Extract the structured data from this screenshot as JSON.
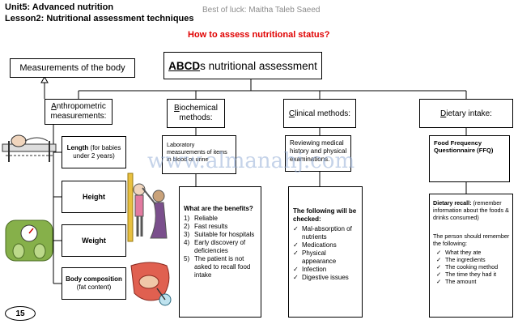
{
  "header": {
    "unit": "Unit5: Advanced nutrition",
    "lesson": "Lesson2: Nutritional assessment techniques",
    "credit": "Best of luck: Maitha Taleb Saeed",
    "question": "How to assess nutritional status?"
  },
  "watermark": "www.almanahj.com",
  "page_number": "15",
  "root": {
    "first_letters": "ABCD",
    "rest": "s nutritional assessment"
  },
  "callout": "Measurements of the body",
  "anthro": {
    "head_letter": "A",
    "head_rest": "nthropometric",
    "head_line2": "measurements:",
    "length_bold": "Length",
    "length_rest": " (for babies under 2 years)",
    "height": "Height",
    "weight": "Weight",
    "body_bold": "Body composition",
    "body_rest": "(fat content)"
  },
  "bio": {
    "head_letter": "B",
    "head_rest": "iochemical",
    "head_line2": "methods:",
    "lab": "Laboratory measurements of items in blood or urine",
    "benefits_title": "What are the benefits?",
    "benefits": [
      {
        "n": "1)",
        "t": "Reliable"
      },
      {
        "n": "2)",
        "t": "Fast results"
      },
      {
        "n": "3)",
        "t": "Suitable for hospitals"
      },
      {
        "n": "4)",
        "t": "Early discovery of deficiencies"
      },
      {
        "n": "5)",
        "t": "The patient is not asked to recall food intake"
      }
    ]
  },
  "clinical": {
    "head_letter": "C",
    "head_rest": "linical methods:",
    "review": "Reviewing medical history and physical examinations.",
    "checked_title": "The following will be checked:",
    "checked": [
      "Mal-absorption of nutrients",
      "Medications",
      "Physical appearance",
      "Infection",
      "Digestive issues"
    ]
  },
  "dietary": {
    "head_letter": "D",
    "head_rest": "ietary intake:",
    "ffq": "Food Frequency Questionnaire (FFQ)",
    "recall_bold": "Dietary recall:",
    "recall_rest": " (remember information about the foods & drinks consumed)",
    "remember_intro": "The person should remember the following:",
    "remember": [
      "What they ate",
      "The ingredients",
      "The cooking method",
      "The time they had it",
      "The amount"
    ]
  },
  "colors": {
    "question": "#e00000",
    "credit": "#8c8c8c",
    "watermark": "#96afd7"
  }
}
